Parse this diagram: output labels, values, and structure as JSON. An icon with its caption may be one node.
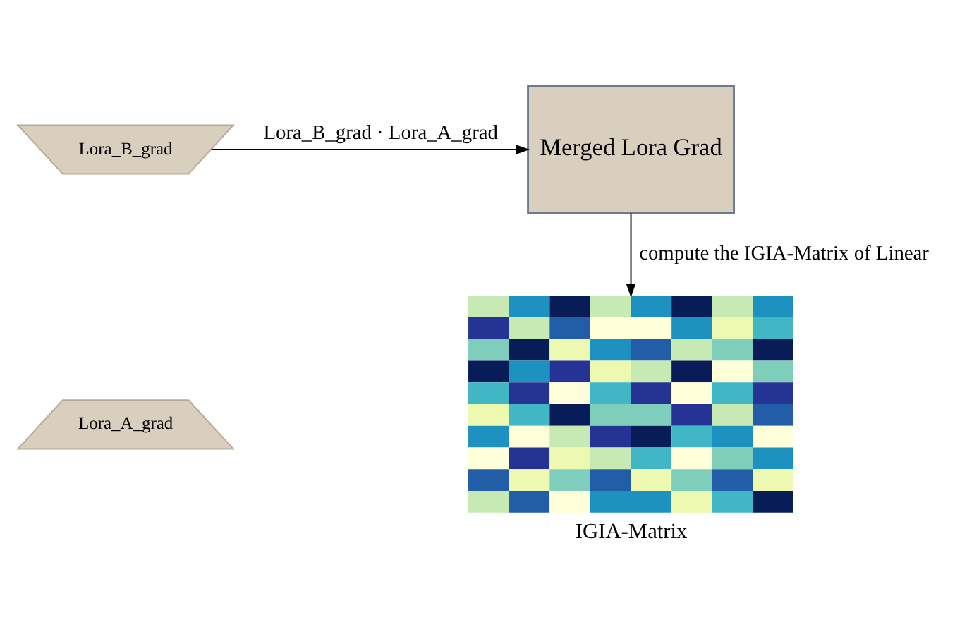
{
  "diagram": {
    "nodes": [
      {
        "text": [
          "Lora_B_grad"
        ]
      },
      {
        "text": [
          "Lora_A_grad"
        ]
      },
      {
        "text": [
          "Merged Lora Grad"
        ]
      },
      {
        "text": [],
        "shape": "picture",
        "beside": [
          "IGIA-Matrix"
        ]
      }
    ],
    "edges": [
      {
        "from": 0,
        "to": 2,
        "arrow": "to",
        "label": "Lora_B_grad · Lora_A_grad"
      },
      {
        "from": 2,
        "to": 3,
        "arrow": "to",
        "label": "compute the IGIA-Matrix of Linear"
      }
    ]
  }
}
